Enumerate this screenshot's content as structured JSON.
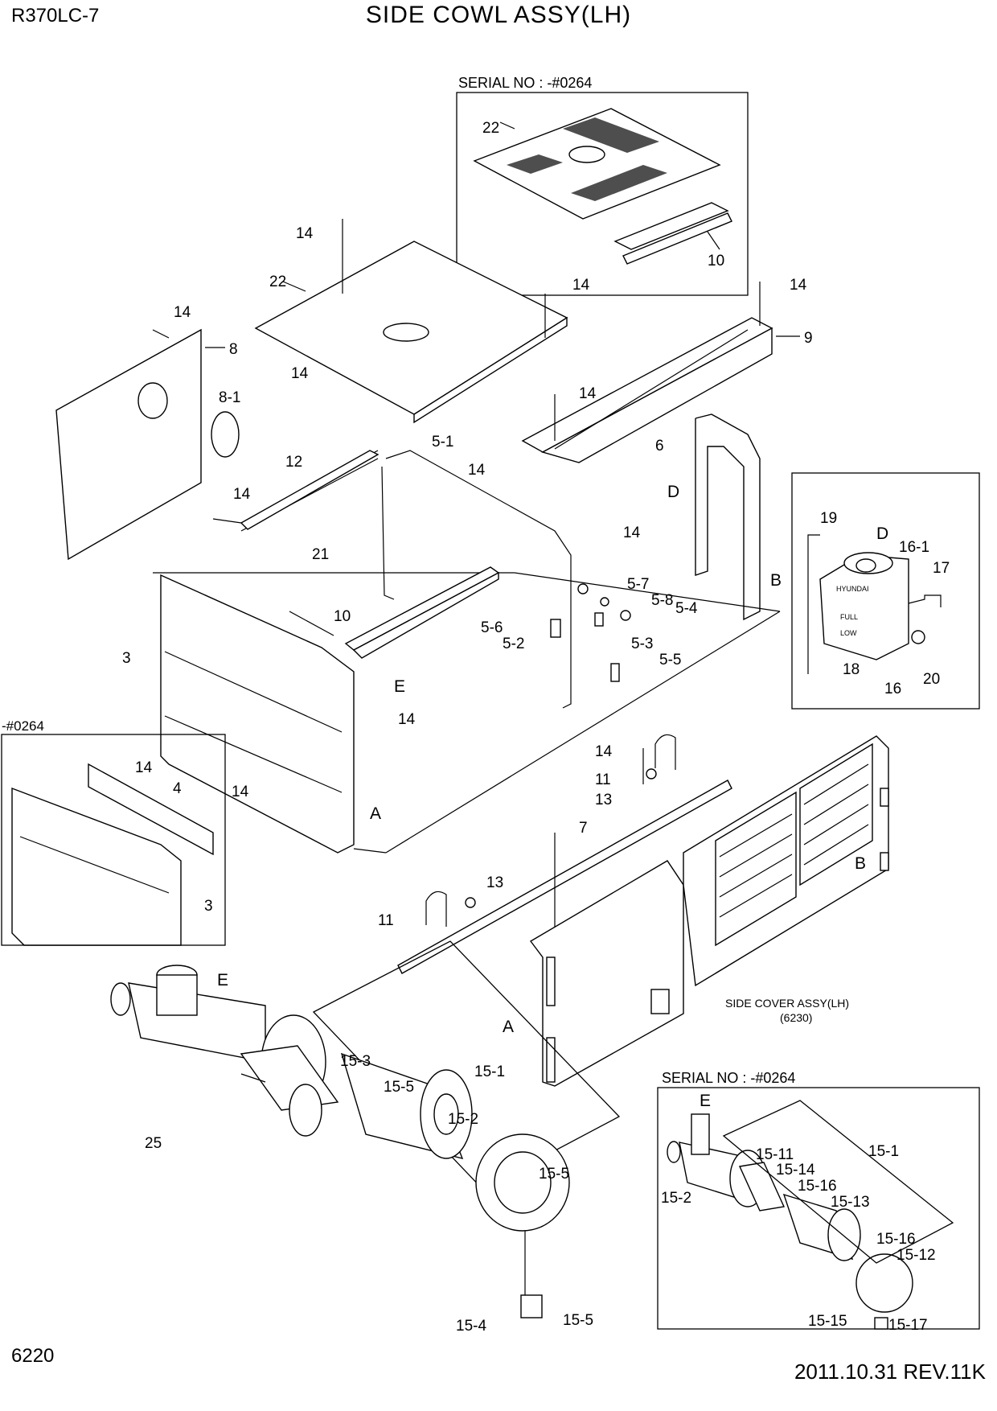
{
  "header": {
    "model": "R370LC-7",
    "title": "SIDE COWL ASSY(LH)"
  },
  "footer": {
    "page_number": "6220",
    "revision": "2011.10.31  REV.11K"
  },
  "insets": {
    "top_serial": "SERIAL NO : -#0264",
    "left_serial": "-#0264",
    "bottom_serial": "SERIAL NO : -#0264"
  },
  "side_cover_note": {
    "line1": "SIDE COVER ASSY(LH)",
    "line2": "(6230)"
  },
  "tank_text": {
    "brand": "HYUNDAI",
    "full": "FULL",
    "low": "LOW"
  },
  "labels": {
    "l22a": "22",
    "l10a": "10",
    "l14a": "14",
    "l22b": "22",
    "l14b": "14",
    "l14c": "14",
    "l9": "9",
    "l14d": "14",
    "l8": "8",
    "l81": "8-1",
    "l14e": "14",
    "l14f": "14",
    "l51": "5-1",
    "l14g": "14",
    "l6": "6",
    "lD": "D",
    "l12": "12",
    "l14h": "14",
    "l14i": "14",
    "l21": "21",
    "l3": "3",
    "l10b": "10",
    "l57": "5-7",
    "l58": "5-8",
    "l54": "5-4",
    "l56": "5-6",
    "l52": "5-2",
    "l53": "5-3",
    "l55": "5-5",
    "lE": "E",
    "l14j": "14",
    "l14k": "14",
    "lB": "B",
    "l11a": "11",
    "l13a": "13",
    "l7": "7",
    "lA": "A",
    "l14l": "14",
    "l14m": "14",
    "l4": "4",
    "l3b": "3",
    "l11b": "11",
    "l13b": "13",
    "lBb": "B",
    "lAb": "A",
    "l19": "19",
    "lD2": "D",
    "l161": "16-1",
    "l17": "17",
    "l18": "18",
    "l16": "16",
    "l20": "20",
    "lE2": "E",
    "l153": "15-3",
    "l151": "15-1",
    "l155a": "15-5",
    "l152": "15-2",
    "l25": "25",
    "l155b": "15-5",
    "l154": "15-4",
    "l155c": "15-5",
    "lE3": "E",
    "l1511": "15-11",
    "l1514": "15-14",
    "l1516a": "15-16",
    "l1513": "15-13",
    "l1516b": "15-16",
    "l1512": "15-12",
    "l1515": "15-15",
    "l1517": "15-17",
    "l151b": "15-1",
    "l152b": "15-2"
  }
}
